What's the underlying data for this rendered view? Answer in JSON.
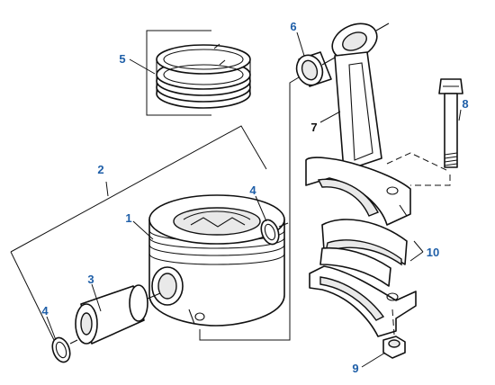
{
  "diagram": {
    "colors": {
      "callout": "#1f5fa8",
      "callout_dark": "#111111",
      "line": "#111111"
    },
    "callouts": [
      {
        "id": "c1",
        "label": "1"
      },
      {
        "id": "c2",
        "label": "2"
      },
      {
        "id": "c3",
        "label": "3"
      },
      {
        "id": "c4a",
        "label": "4"
      },
      {
        "id": "c4b",
        "label": "4"
      },
      {
        "id": "c5",
        "label": "5"
      },
      {
        "id": "c6",
        "label": "6"
      },
      {
        "id": "c7",
        "label": "7"
      },
      {
        "id": "c8",
        "label": "8"
      },
      {
        "id": "c9",
        "label": "9"
      },
      {
        "id": "c10",
        "label": "10"
      }
    ]
  }
}
